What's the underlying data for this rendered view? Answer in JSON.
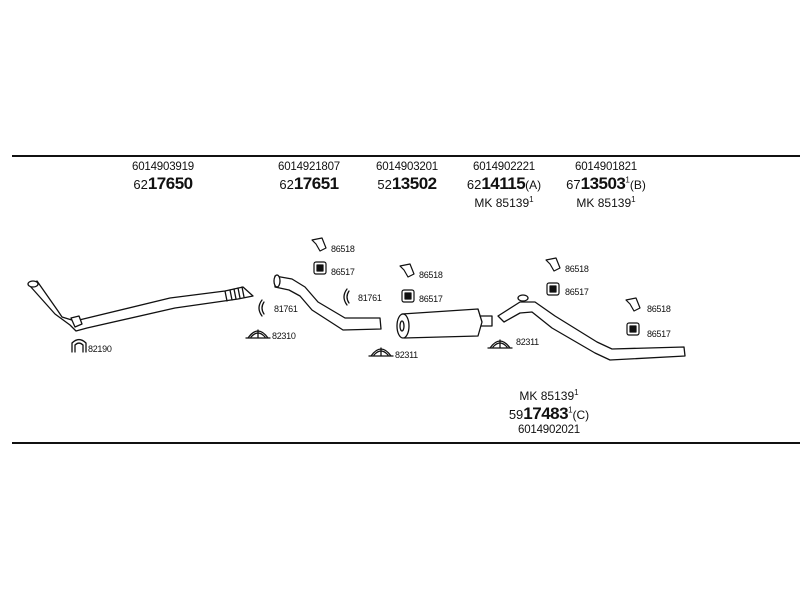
{
  "parts_top": [
    {
      "oe": "6014903919",
      "prefix": "62",
      "main": "17650",
      "sup": "",
      "variant": "",
      "mk": ""
    },
    {
      "oe": "6014921807",
      "prefix": "62",
      "main": "17651",
      "sup": "",
      "variant": "",
      "mk": ""
    },
    {
      "oe": "6014903201",
      "prefix": "52",
      "main": "13502",
      "sup": "",
      "variant": "",
      "mk": ""
    },
    {
      "oe": "6014902221",
      "prefix": "62",
      "main": "14115",
      "sup": "",
      "variant": "(A)",
      "mk": "MK  85139",
      "mk_sup": "1"
    },
    {
      "oe": "6014901821",
      "prefix": "67",
      "main": "13503",
      "sup": "1",
      "variant": "(B)",
      "mk": "MK  85139",
      "mk_sup": "1"
    }
  ],
  "part_bottom": {
    "mk": "MK  85139",
    "mk_sup": "1",
    "prefix": "59",
    "main": "17483",
    "sup": "1",
    "variant": "(C)",
    "oe": "6014902021"
  },
  "labels": {
    "clamp_front": "82190",
    "hanger_a1": "86518",
    "rubber_a1": "86517",
    "ring_a1": "81761",
    "ring_a2": "81761",
    "clamp_a": "82310",
    "hanger_b1": "86518",
    "rubber_b1": "86517",
    "clamp_b": "82311",
    "clamp_c": "82311",
    "hanger_c1": "86518",
    "rubber_c1": "86517",
    "hanger_d1": "86518",
    "rubber_d1": "86517"
  }
}
